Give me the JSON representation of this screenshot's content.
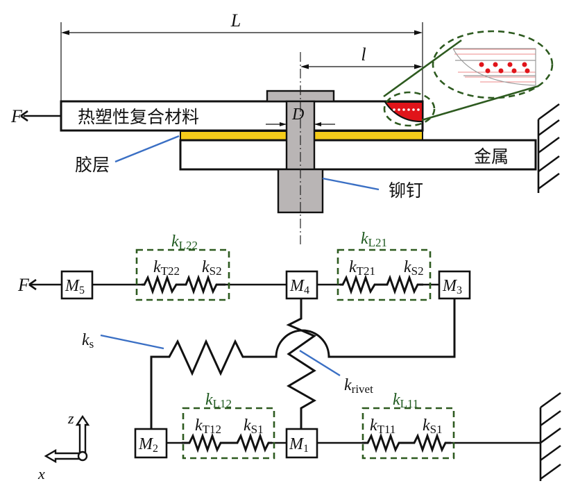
{
  "top": {
    "dim_L": "L",
    "dim_l": "l",
    "dim_D": "D",
    "force": "F",
    "composite_label": "热塑性复合材料",
    "adhesive_label": "胶层",
    "metal_label": "金属",
    "rivet_label": "铆钉",
    "colors": {
      "adhesive": "#f5cc1a",
      "rivet": "#b9b5b5",
      "damage": "#e0141a",
      "zoom_outline": "#2d5a1f",
      "leader": "#3a6fc4"
    }
  },
  "bottom": {
    "force": "F",
    "masses": [
      {
        "id": "M5",
        "base": "M",
        "sub": "5"
      },
      {
        "id": "M4",
        "base": "M",
        "sub": "4"
      },
      {
        "id": "M3",
        "base": "M",
        "sub": "3"
      },
      {
        "id": "M2",
        "base": "M",
        "sub": "2"
      },
      {
        "id": "M1",
        "base": "M",
        "sub": "1"
      }
    ],
    "groups": [
      {
        "id": "kL22",
        "base": "k",
        "sub": "L22",
        "springs": [
          {
            "base": "k",
            "sub": "T22"
          },
          {
            "base": "k",
            "sub": "S2"
          }
        ]
      },
      {
        "id": "kL21",
        "base": "k",
        "sub": "L21",
        "springs": [
          {
            "base": "k",
            "sub": "T21"
          },
          {
            "base": "k",
            "sub": "S2"
          }
        ]
      },
      {
        "id": "kL12",
        "base": "k",
        "sub": "L12",
        "springs": [
          {
            "base": "k",
            "sub": "T12"
          },
          {
            "base": "k",
            "sub": "S1"
          }
        ]
      },
      {
        "id": "kL11",
        "base": "k",
        "sub": "L11",
        "springs": [
          {
            "base": "k",
            "sub": "T11"
          },
          {
            "base": "k",
            "sub": "S1"
          }
        ]
      }
    ],
    "ks": {
      "base": "k",
      "sub": "s"
    },
    "krivet": {
      "base": "k",
      "sub": "rivet"
    },
    "axes": {
      "z": "z",
      "x": "x"
    }
  }
}
